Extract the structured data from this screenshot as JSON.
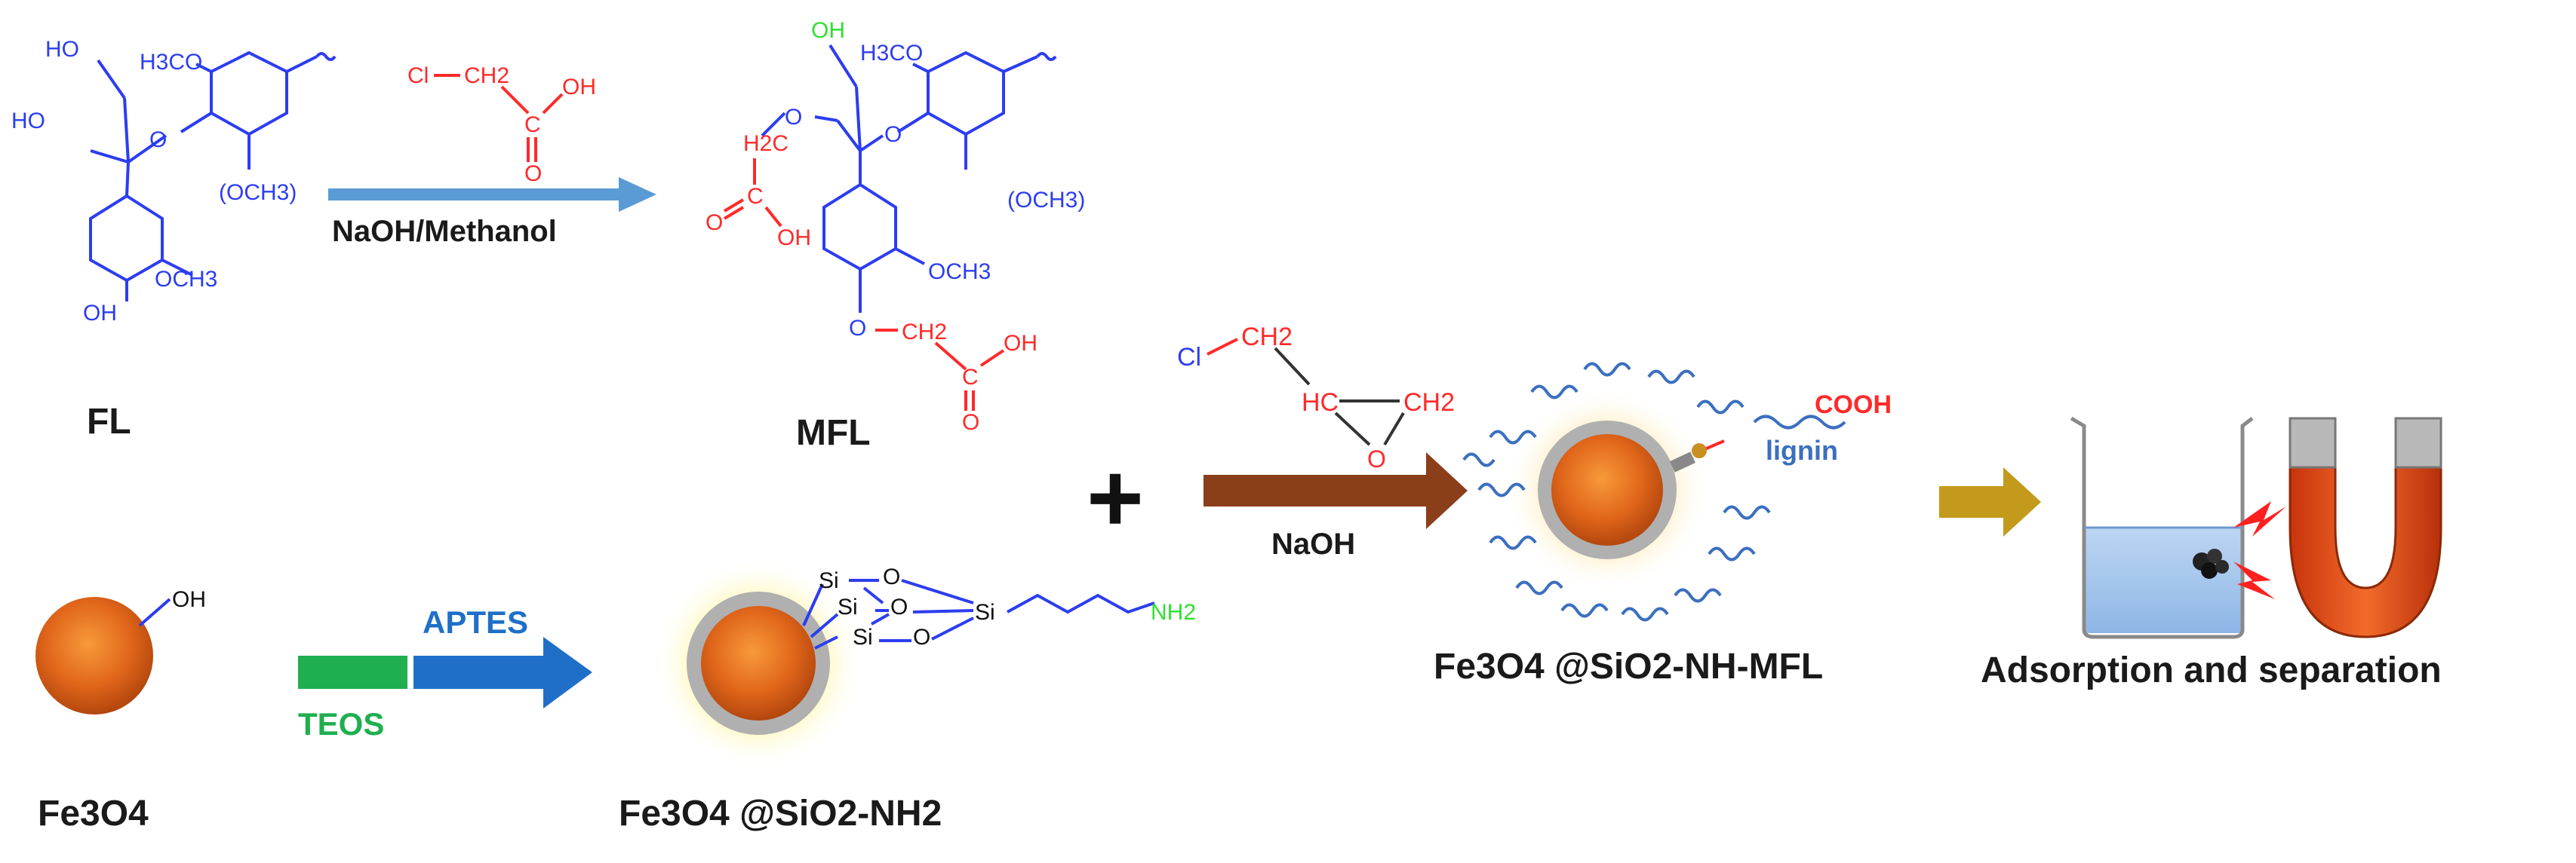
{
  "labels": {
    "fl": "FL",
    "mfl": "MFL",
    "fe3o4": "Fe3O4",
    "fe3o4_sio2_nh2": "Fe3O4 @SiO2-NH2",
    "fe3o4_sio2_nh_mfl": "Fe3O4 @SiO2-NH-MFL",
    "adsorption": "Adsorption and separation"
  },
  "reagents": {
    "naoh_methanol": "NaOH/Methanol",
    "naoh": "NaOH",
    "aptes": "APTES",
    "teos": "TEOS",
    "lignin": "lignin",
    "cooh": "COOH",
    "plus": "+"
  },
  "chem": {
    "ho": "HO",
    "oh": "OH",
    "o": "O",
    "h3co": "H3CO",
    "och3": "OCH3",
    "och3_paren": "(OCH3)",
    "cl": "Cl",
    "ch2": "CH2",
    "h2c": "H2C",
    "hc": "HC",
    "c": "C",
    "si": "Si",
    "nh2": "NH2"
  },
  "colors": {
    "blue": "#2c3df0",
    "red": "#ff2a2a",
    "green": "#2fe02f",
    "arrow_blue": "#5b9bd5",
    "arrow_brown": "#8b3e1a",
    "arrow_gold": "#c49a1c",
    "aptes_blue": "#1f6fc9",
    "teos_green": "#1faf4f",
    "particle": "#e0661a"
  }
}
